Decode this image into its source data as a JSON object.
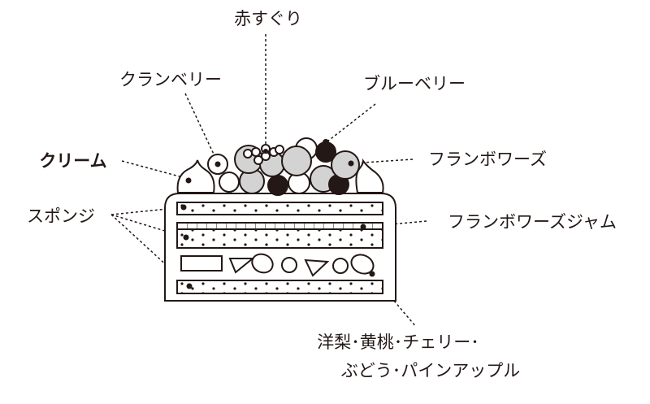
{
  "labels": {
    "red_currant": "赤すぐり",
    "cranberry": "クランベリー",
    "blueberry": "ブルーベリー",
    "cream": "クリーム",
    "raspberry": "フランボワーズ",
    "sponge": "スポンジ",
    "raspberry_jam": "フランボワーズジャム",
    "fruits_line1": "洋梨･黄桃･チェリー･",
    "fruits_line2": "ぶどう･パインアップル"
  },
  "colors": {
    "ink": "#231815",
    "berry_gray": "#d3d3d3"
  }
}
